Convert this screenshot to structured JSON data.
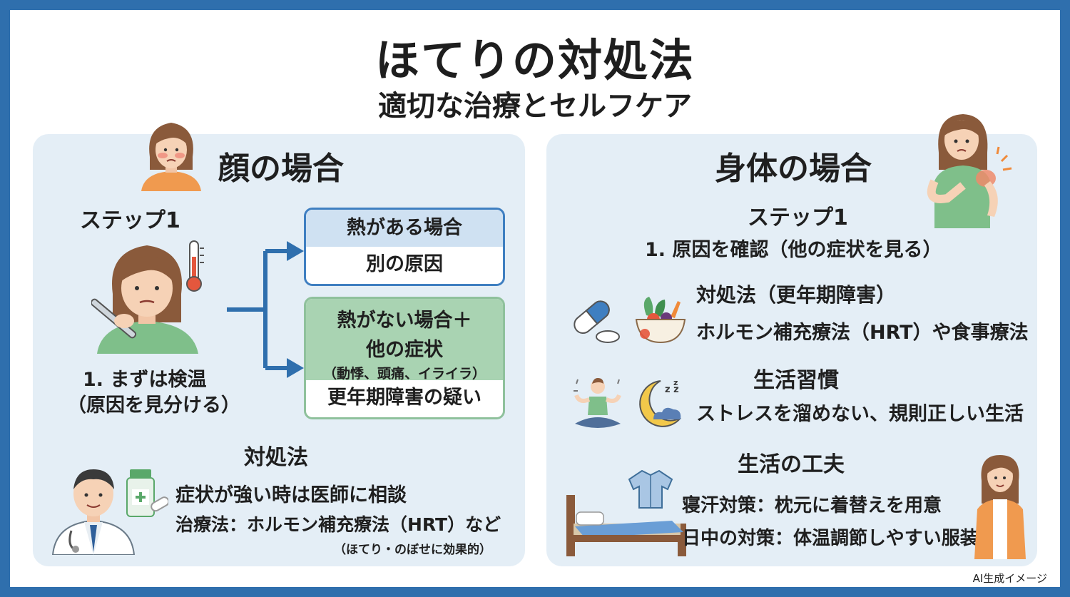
{
  "title": "ほてりの対処法",
  "subtitle": "適切な治療とセルフケア",
  "left": {
    "heading": "顔の場合",
    "step_label": "ステップ1",
    "step_text_1": "1. まずは検温",
    "step_text_2": "（原因を見分ける）",
    "box_fever": {
      "head": "熱がある場合",
      "body": "別の原因"
    },
    "box_nofever": {
      "head_1": "熱がない場合＋",
      "head_2": "他の症状",
      "head_note": "（動悸、頭痛、イライラ）",
      "body": "更年期障害の疑い"
    },
    "remedy_heading": "対処法",
    "remedy_1": "症状が強い時は医師に相談",
    "remedy_2": "治療法：ホルモン補充療法（HRT）など",
    "remedy_note": "（ほてり・のぼせに効果的）"
  },
  "right": {
    "heading": "身体の場合",
    "step_label": "ステップ1",
    "step_text": "1. 原因を確認（他の症状を見る）",
    "remedy_heading": "対処法（更年期障害）",
    "remedy_text": "ホルモン補充療法（HRT）や食事療法",
    "habit_heading": "生活習慣",
    "habit_text": "ストレスを溜めない、規則正しい生活",
    "tips_heading": "生活の工夫",
    "tips_1": "寝汗対策：枕元に着替えを用意",
    "tips_2": "日中の対策：体温調節しやすい服装"
  },
  "footer": "AI生成イメージ",
  "colors": {
    "frame": "#2f6fad",
    "panel": "#e4eef6",
    "blue_box": "#3f7fc1",
    "green_box": "#8fc19c",
    "arrow": "#2f6fad"
  }
}
